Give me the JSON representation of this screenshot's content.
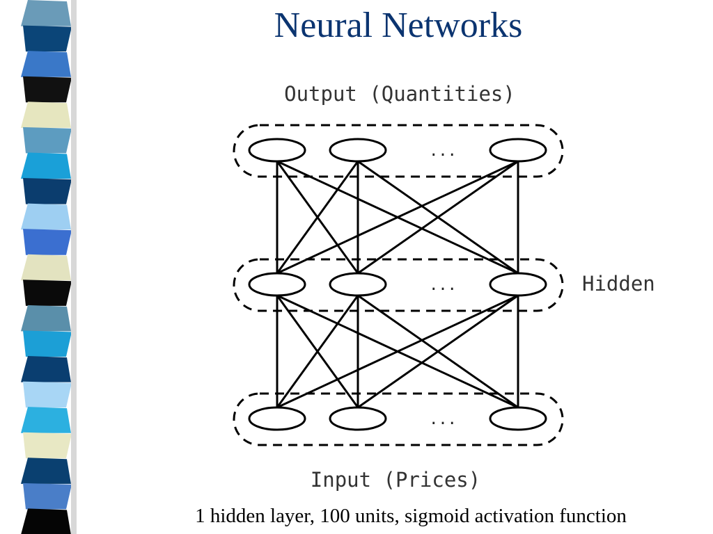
{
  "slide": {
    "title": "Neural Networks",
    "caption": "1 hidden layer, 100 units, sigmoid activation function"
  },
  "diagram": {
    "output_label": "Output (Quantities)",
    "hidden_label": "Hidden",
    "input_label": "Input (Prices)",
    "ellipsis": "..."
  },
  "colors": {
    "title": "#0b3470",
    "strip": [
      "#6a9bb8",
      "#0b4578",
      "#3a78c8",
      "#111111",
      "#e6e6bf",
      "#5d9cc0",
      "#1aa0d8",
      "#0b3d6e",
      "#9ecff2",
      "#3b6fd0",
      "#e3e3c0",
      "#0a0a0a",
      "#5a8faa",
      "#1c9fd6",
      "#0a3e70",
      "#a8d6f5",
      "#2cb0e0",
      "#e8e8c4",
      "#0a4070",
      "#4a7ec8",
      "#050505"
    ]
  }
}
